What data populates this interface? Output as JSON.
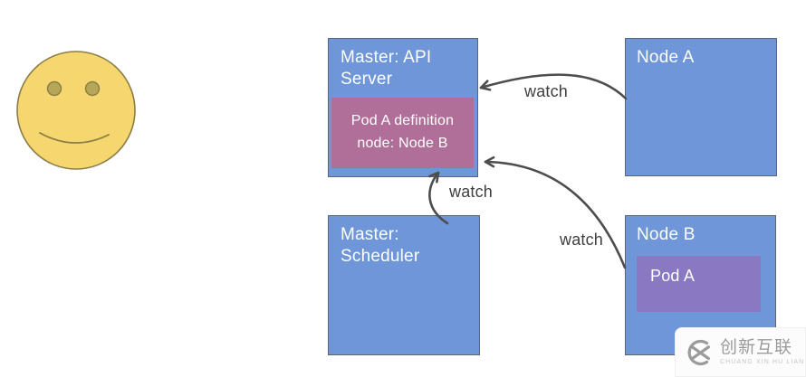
{
  "boxes": {
    "api_server": {
      "label": "Master: API Server",
      "fill": "#6e96d9"
    },
    "pod_definition": {
      "label": "Pod A definition node: Node B",
      "fill": "#b06f99"
    },
    "scheduler": {
      "label": "Master: Scheduler",
      "fill": "#6e96d9"
    },
    "node_a": {
      "label": "Node A",
      "fill": "#6e96d9"
    },
    "node_b": {
      "label": "Node B",
      "fill": "#6e96d9"
    },
    "pod_a": {
      "label": "Pod A",
      "fill": "#8a78c2"
    }
  },
  "arrows": [
    {
      "id": "node-a-to-api-server",
      "label": "watch"
    },
    {
      "id": "scheduler-to-pod-definition",
      "label": "watch"
    },
    {
      "id": "node-b-to-api-server",
      "label": "watch"
    }
  ],
  "smiley": {
    "face_fill": "#f5d66f",
    "stroke": "#8b7d46",
    "eye_fill": "#b5a658"
  },
  "watermark": {
    "brand": "创新互联",
    "subtext": "CHUANG XIN HU LIAN"
  },
  "colors": {
    "box_blue": "#6e96d9",
    "box_pink": "#b06f99",
    "box_purple": "#8a78c2",
    "box_border": "#5a6475",
    "arrow": "#4d4d4d",
    "watch_text": "#3f3f3f",
    "watermark_gray": "#9b9b9b"
  }
}
